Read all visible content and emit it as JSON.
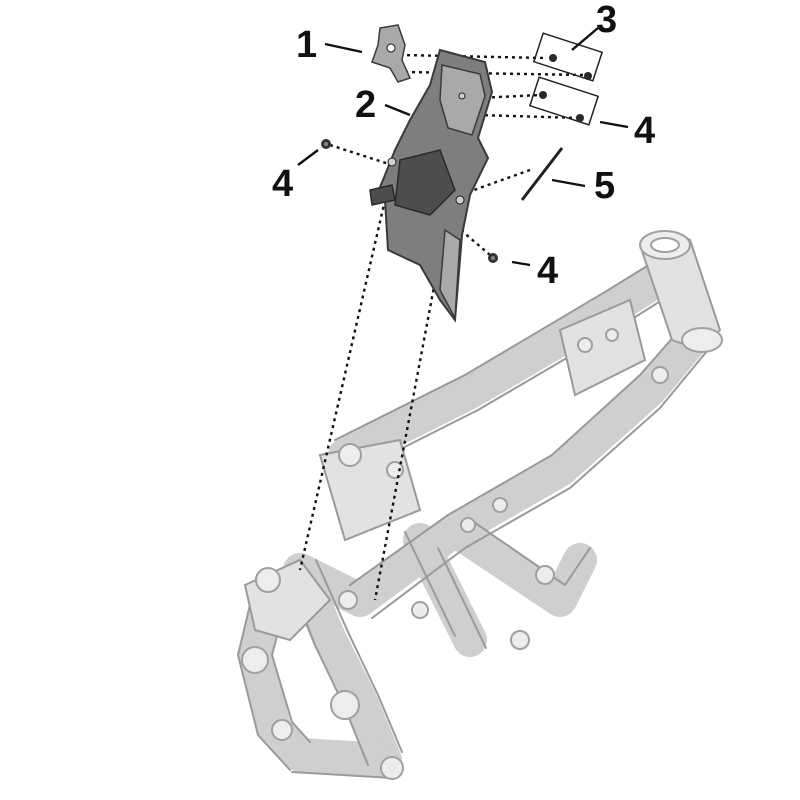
{
  "diagram": {
    "callouts": [
      "1",
      "2",
      "3",
      "4",
      "4",
      "4",
      "5"
    ]
  }
}
